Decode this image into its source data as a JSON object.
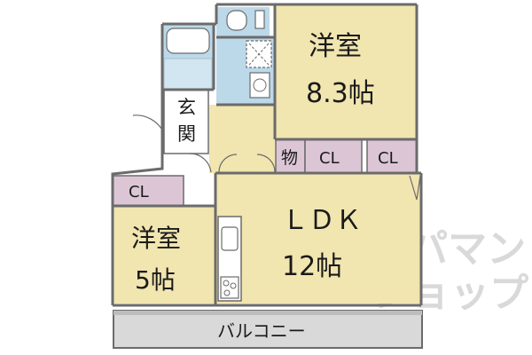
{
  "colors": {
    "room": "#f1e5b0",
    "wet": "#bcd9ea",
    "closet": "#dcc6d6",
    "balcony": "#d9d9d9",
    "wall": "#6b6b6b",
    "watermark": "#d9d9d9"
  },
  "rooms": {
    "western_large": {
      "name": "洋室",
      "size": "8.3帖"
    },
    "entrance": {
      "line1": "玄",
      "line2": "関"
    },
    "storage": "物",
    "cl_top_mid": "CL",
    "cl_top_right": "CL",
    "cl_small_room": "CL",
    "western_small": {
      "name": "洋室",
      "size": "5帖"
    },
    "ldk": {
      "name": "ＬＤＫ",
      "size": "12帖"
    },
    "balcony": "バルコニー"
  },
  "watermark": {
    "line1": "アパマン",
    "line2": "ショップ"
  },
  "icons": [
    "bathtub-icon",
    "toilet-icon",
    "washbasin-icon",
    "washing-machine-icon",
    "kitchen-sink-icon",
    "stove-icon"
  ]
}
